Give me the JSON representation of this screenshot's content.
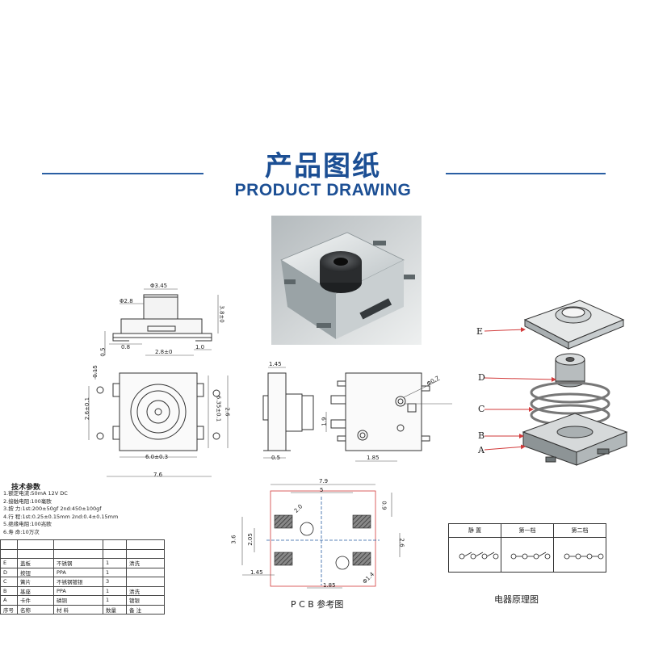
{
  "header": {
    "title_cn": "产品图纸",
    "title_en": "PRODUCT DRAWING"
  },
  "dimensions": {
    "top_view": {
      "d1": "Φ3.45",
      "d2": "Φ2.8",
      "d3": "0.8",
      "d4": "2.8±0",
      "d5": "1.0",
      "d6": "3.8±0",
      "d7": "0.5"
    },
    "front_view": {
      "d1": "0.15",
      "d2": "2.6±0.1",
      "d3": "6.0±0.3",
      "d4": "7.6",
      "d5": "6.35±0.1",
      "d6": "2.6"
    },
    "side_view": {
      "d1": "1.45",
      "d2": "0.5"
    },
    "back_view": {
      "d1": "1.9",
      "d2": "1.85",
      "d3": "Φ0.7"
    },
    "pcb": {
      "d1": "7.9",
      "d2": "5",
      "d3": "0.9",
      "d4": "1.45",
      "d5": "1.85",
      "d6": "Φ1.4",
      "d7": "2.6",
      "d8": "3.6",
      "d9": "2.05",
      "d10": "2.0"
    }
  },
  "explode_labels": [
    "E",
    "D",
    "C",
    "B",
    "A"
  ],
  "specs": {
    "title": "技术参数",
    "items": [
      "1.额定电流:50mA 12V DC",
      "2.接触电阻:100毫欧",
      "3.按    力:1st:200±50gf 2nd:450±100gf",
      "4.行    程:1st:0.25±0.15mm 2nd:0.4±0.15mm",
      "5.绝缘电阻:100兆欧",
      "6.寿    命:10万次"
    ]
  },
  "bom": {
    "rows": [
      [
        "E",
        "盖板",
        "不锈钢",
        "1",
        "清洗"
      ],
      [
        "D",
        "按钮",
        "PPA",
        "1",
        ""
      ],
      [
        "C",
        "簧片",
        "不锈钢镀银",
        "3",
        ""
      ],
      [
        "B",
        "基座",
        "PPA",
        "1",
        "清洗"
      ],
      [
        "A",
        "卡件",
        "磷铜",
        "1",
        "镀银"
      ]
    ],
    "header": [
      "序号",
      "名称",
      "材 料",
      "数量",
      "备 注"
    ]
  },
  "pcb_caption": "P C B 参考图",
  "circuit": {
    "headers": [
      "静 置",
      "第一档",
      "第二档"
    ],
    "caption": "电器原理图"
  },
  "colors": {
    "title": "#1c4f94",
    "accent_line": "#2a5fa3",
    "arrow_red": "#d23a3a"
  }
}
